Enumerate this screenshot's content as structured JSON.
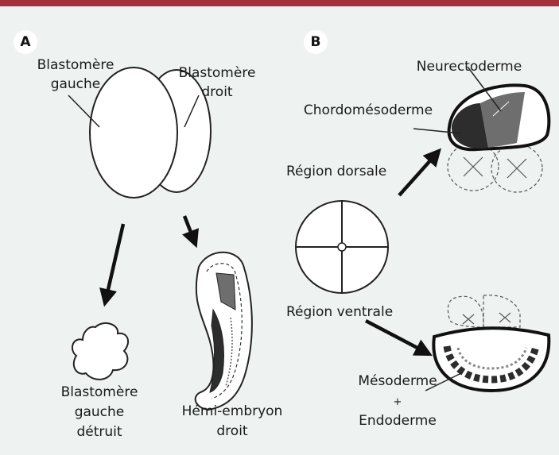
{
  "panels": {
    "a": "A",
    "b": "B"
  },
  "panel_a": {
    "left_blastomere_line1": "Blastomère",
    "left_blastomere_line2": "gauche",
    "right_blastomere_line1": "Blastomère",
    "right_blastomere_line2": "droit",
    "destroyed_line1": "Blastomère",
    "destroyed_line2": "gauche",
    "destroyed_line3": "détruit",
    "hemi_line1": "Hémi-embryon",
    "hemi_line2": "droit"
  },
  "panel_b": {
    "neurectoderm": "Neurectoderme",
    "chordomesoderm": "Chordomésoderme",
    "dorsal_region": "Région dorsale",
    "ventral_region": "Région ventrale",
    "mesoderm": "Mésoderme",
    "plus": "+",
    "endoderm": "Endoderme"
  },
  "colors": {
    "background": "#eef3f2",
    "top_bar": "#a3303a",
    "cell_fill": "#ffffff",
    "outline": "#222222",
    "dark_tissue": "#2d2d2d",
    "mid_tissue": "#6e6e6e"
  }
}
